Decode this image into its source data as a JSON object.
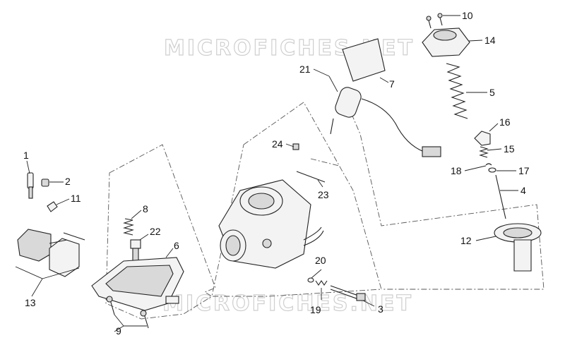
{
  "watermark": "MICROFICHES.NET",
  "callouts": [
    {
      "id": "c1",
      "label": "1"
    },
    {
      "id": "c2",
      "label": "2"
    },
    {
      "id": "c11",
      "label": "11"
    },
    {
      "id": "c13",
      "label": "13"
    },
    {
      "id": "c8",
      "label": "8"
    },
    {
      "id": "c22",
      "label": "22"
    },
    {
      "id": "c6",
      "label": "6"
    },
    {
      "id": "c9",
      "label": "9"
    },
    {
      "id": "c21",
      "label": "21"
    },
    {
      "id": "c7",
      "label": "7"
    },
    {
      "id": "c24",
      "label": "24"
    },
    {
      "id": "c23",
      "label": "23"
    },
    {
      "id": "c20",
      "label": "20"
    },
    {
      "id": "c19",
      "label": "19"
    },
    {
      "id": "c3",
      "label": "3"
    },
    {
      "id": "c10",
      "label": "10"
    },
    {
      "id": "c14",
      "label": "14"
    },
    {
      "id": "c5",
      "label": "5"
    },
    {
      "id": "c16",
      "label": "16"
    },
    {
      "id": "c15",
      "label": "15"
    },
    {
      "id": "c18",
      "label": "18"
    },
    {
      "id": "c17",
      "label": "17"
    },
    {
      "id": "c4",
      "label": "4"
    },
    {
      "id": "c12",
      "label": "12"
    }
  ]
}
